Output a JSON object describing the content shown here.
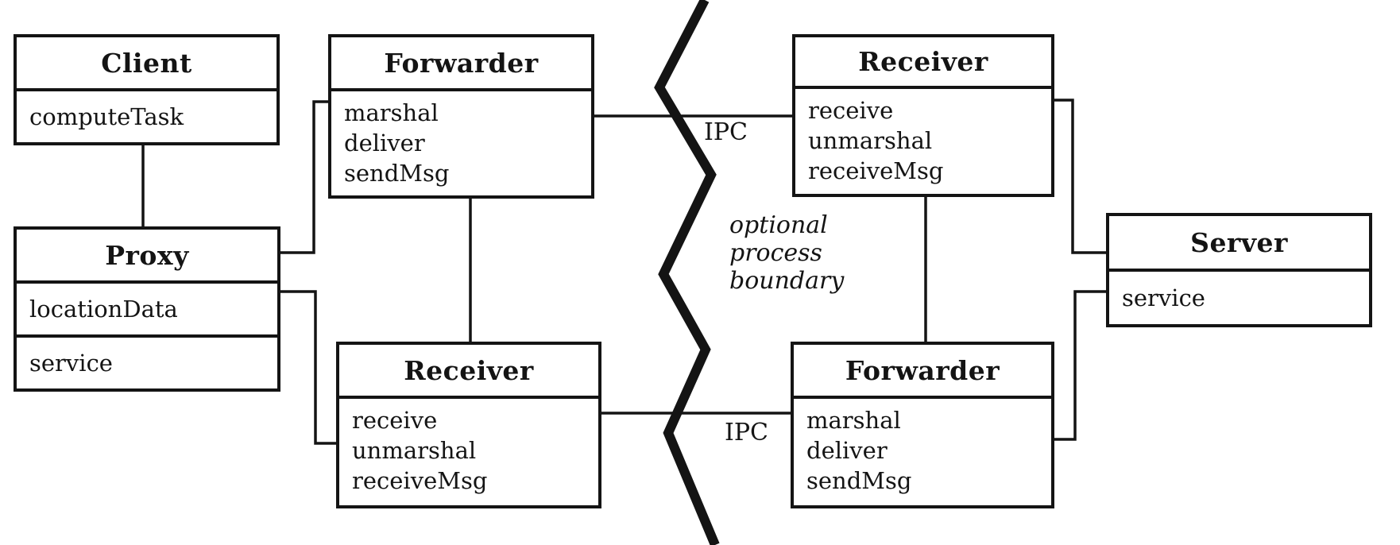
{
  "boxes": {
    "client": {
      "title": "Client",
      "members": [
        "computeTask"
      ]
    },
    "proxy": {
      "title": "Proxy",
      "members": [
        "locationData",
        "service"
      ]
    },
    "forwarder_left": {
      "title": "Forwarder",
      "members": [
        "marshal",
        "deliver",
        "sendMsg"
      ]
    },
    "receiver_left": {
      "title": "Receiver",
      "members": [
        "receive",
        "unmarshal",
        "receiveMsg"
      ]
    },
    "receiver_right": {
      "title": "Receiver",
      "members": [
        "receive",
        "unmarshal",
        "receiveMsg"
      ]
    },
    "forwarder_right": {
      "title": "Forwarder",
      "members": [
        "marshal",
        "deliver",
        "sendMsg"
      ]
    },
    "server": {
      "title": "Server",
      "members": [
        "service"
      ]
    }
  },
  "labels": {
    "ipc_top": "IPC",
    "ipc_bottom": "IPC",
    "boundary_note_lines": [
      "optional",
      "process",
      "boundary"
    ]
  },
  "colors": {
    "ink": "#141414",
    "background": "#ffffff"
  }
}
